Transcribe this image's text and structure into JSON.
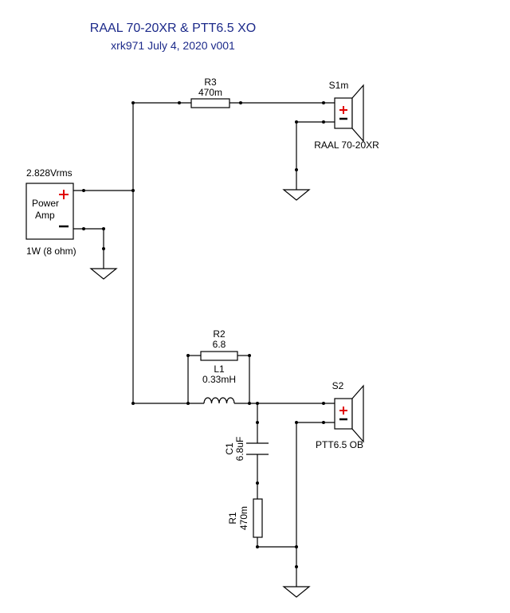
{
  "title": {
    "line1": "RAAL 70-20XR & PTT6.5 XO",
    "line2": "xrk971  July 4, 2020 v001"
  },
  "source": {
    "voltage": "2.828Vrms",
    "name_line1": "Power",
    "name_line2": "Amp",
    "power": "1W (8 ohm)"
  },
  "components": {
    "r3": {
      "ref": "R3",
      "value": "470m"
    },
    "r2": {
      "ref": "R2",
      "value": "6.8"
    },
    "l1": {
      "ref": "L1",
      "value": "0.33mH"
    },
    "c1": {
      "ref": "C1",
      "value": "6.8uF"
    },
    "r1": {
      "ref": "R1",
      "value": "470m"
    }
  },
  "speakers": {
    "s1m": {
      "ref": "S1m",
      "model": "RAAL 70-20XR"
    },
    "s2": {
      "ref": "S2",
      "model": "PTT6.5 OB"
    }
  },
  "colors": {
    "title": "#1c2a8a",
    "plus_sign": "#e00000",
    "lines": "#000000"
  }
}
